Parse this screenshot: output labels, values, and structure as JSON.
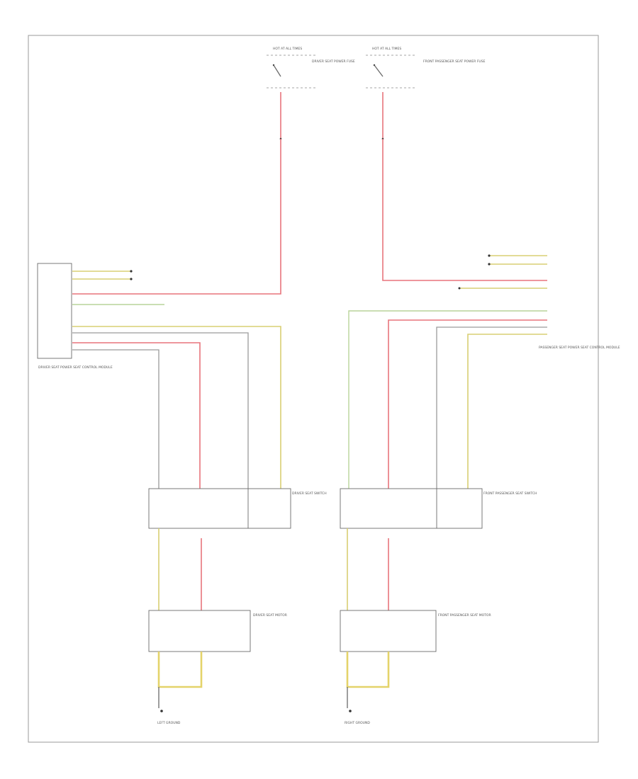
{
  "diagram": {
    "labels": {
      "top_left_fuse": "HOT AT ALL TIMES",
      "top_left_fuse_desc": "DRIVER SEAT POWER FUSE",
      "top_right_fuse": "HOT AT ALL TIMES",
      "top_right_fuse_desc": "FRONT PASSENGER SEAT POWER FUSE",
      "left_module": "DRIVER SEAT POWER SEAT CONTROL MODULE",
      "right_module": "PASSENGER SEAT POWER SEAT CONTROL MODULE",
      "left_switch": "DRIVER SEAT SWITCH",
      "right_switch": "FRONT PASSENGER SEAT SWITCH",
      "left_motor": "DRIVER SEAT MOTOR",
      "right_motor": "FRONT PASSENGER SEAT MOTOR",
      "left_ground": "LEFT GROUND",
      "right_ground": "RIGHT GROUND",
      "footer": ""
    }
  }
}
